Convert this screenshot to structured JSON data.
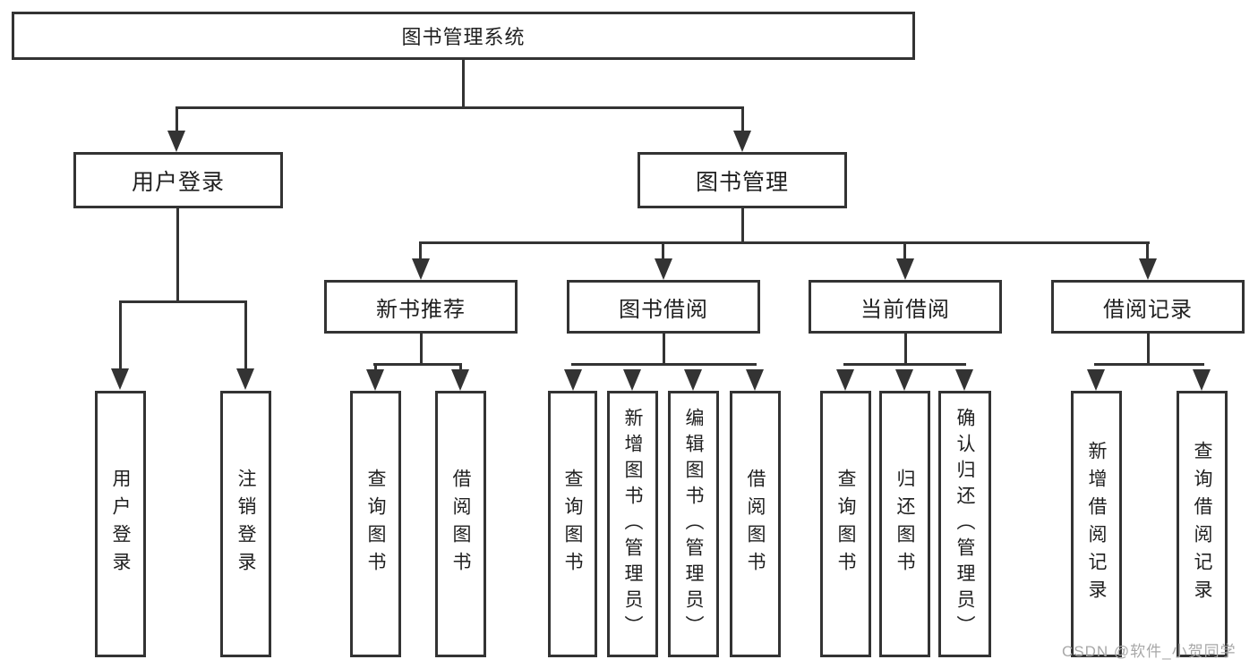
{
  "tree": {
    "root": {
      "label": "图书管理系统",
      "children": [
        {
          "label": "用户登录",
          "children": [
            {
              "label": "用户登录"
            },
            {
              "label": "注销登录"
            }
          ]
        },
        {
          "label": "图书管理",
          "children": [
            {
              "label": "新书推荐",
              "children": [
                {
                  "label": "查询图书"
                },
                {
                  "label": "借阅图书"
                }
              ]
            },
            {
              "label": "图书借阅",
              "children": [
                {
                  "label": "查询图书"
                },
                {
                  "label": "新增图书（管理员）"
                },
                {
                  "label": "编辑图书（管理员）"
                },
                {
                  "label": "借阅图书"
                }
              ]
            },
            {
              "label": "当前借阅",
              "children": [
                {
                  "label": "查询图书"
                },
                {
                  "label": "归还图书"
                },
                {
                  "label": "确认归还（管理员）"
                }
              ]
            },
            {
              "label": "借阅记录",
              "children": [
                {
                  "label": "新增借阅记录"
                },
                {
                  "label": "查询借阅记录"
                }
              ]
            }
          ]
        }
      ]
    }
  },
  "watermark": {
    "text": "CSDN @软件_小贺同学"
  },
  "colors": {
    "line": "#333333",
    "text": "#1f1f1f",
    "watermark": "#a8a8a8",
    "background": "#ffffff"
  }
}
